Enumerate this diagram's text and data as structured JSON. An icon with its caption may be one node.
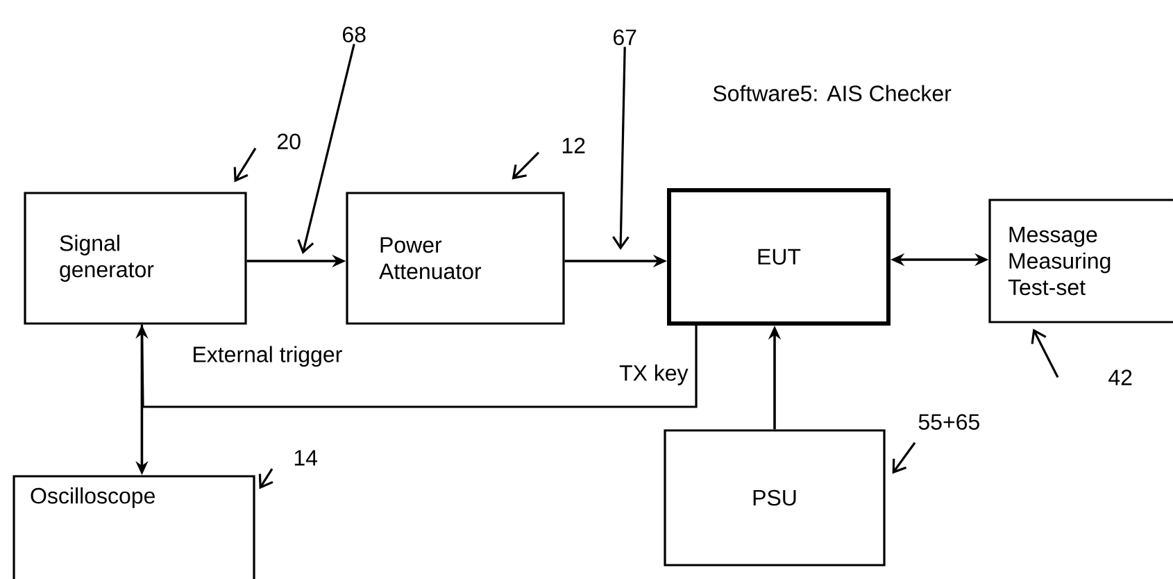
{
  "diagram": {
    "nodes": [
      {
        "text": [
          "Signal generator"
        ]
      },
      {
        "text": [
          "Power Attenuator"
        ]
      },
      {
        "text": [
          "EUT"
        ]
      },
      {
        "text": [
          "Message Measuring Test-set"
        ]
      },
      {
        "text": [
          "Oscilloscope"
        ]
      },
      {
        "text": [
          "PSU"
        ]
      },
      {
        "text": [
          "20"
        ]
      },
      {
        "text": [
          "68"
        ]
      },
      {
        "text": [
          "12"
        ]
      },
      {
        "text": [
          "67"
        ]
      },
      {
        "text": [
          "42"
        ]
      },
      {
        "text": [
          "14"
        ]
      },
      {
        "text": [
          "55+65"
        ]
      }
    ],
    "edges": [
      {
        "from": 0,
        "to": 1,
        "arrow": "to"
      },
      {
        "from": 1,
        "to": 2,
        "arrow": "to"
      },
      {
        "from": 2,
        "to": 3,
        "arrow": "both"
      },
      {
        "from": 0,
        "to": 4,
        "arrow": "both"
      },
      {
        "from": 2,
        "to": 0,
        "arrow": "none",
        "label": "TX key"
      },
      {
        "from": 5,
        "to": 2,
        "arrow": "to"
      },
      {
        "from": 6,
        "to": 0,
        "arrow": "to"
      },
      {
        "from": 7,
        "to": null,
        "arrow": "to"
      },
      {
        "from": 8,
        "to": 1,
        "arrow": "to"
      },
      {
        "from": 9,
        "to": null,
        "arrow": "to"
      },
      {
        "from": 10,
        "to": 3,
        "arrow": "to"
      },
      {
        "from": 11,
        "to": 4,
        "arrow": "to"
      },
      {
        "from": 12,
        "to": 5,
        "arrow": "to"
      }
    ],
    "labels": [
      "Software5: AIS Checker",
      "External trigger"
    ]
  }
}
